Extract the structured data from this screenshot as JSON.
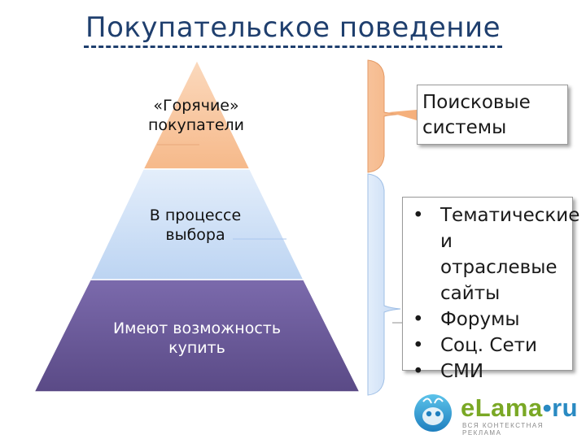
{
  "title": "Покупательское поведение",
  "pyramid": {
    "levels": [
      {
        "label_line1": "«Горячие»",
        "label_line2": "покупатели",
        "color": "#f8c9a0"
      },
      {
        "label_line1": "В процессе",
        "label_line2": "выбора",
        "color": "#c7dbf6"
      },
      {
        "label_line1": "Имеют возможность",
        "label_line2": "купить",
        "color": "#6a5a9c"
      }
    ]
  },
  "boxes": {
    "search_line1": "Поисковые",
    "search_line2": "системы",
    "list": [
      {
        "bullet": "•",
        "line1": "Тематические",
        "line2": "и отраслевые",
        "line3": "сайты"
      },
      {
        "bullet": "•",
        "line1": "Форумы"
      },
      {
        "bullet": "•",
        "line1": "Соц. Сети"
      },
      {
        "bullet": "•",
        "line1": "СМИ"
      }
    ]
  },
  "logo": {
    "brand": "eLama",
    "dot": "•",
    "tld": "ru",
    "tagline": "ВСЯ КОНТЕКСТНАЯ РЕКЛАМА",
    "icon": "owl-icon",
    "brand_color": "#7aa825",
    "tld_color": "#2a8ac2"
  },
  "colors": {
    "title": "#1f3f6e",
    "brace_top": "#f7b98a",
    "brace_bottom": "#c9dcf5"
  }
}
